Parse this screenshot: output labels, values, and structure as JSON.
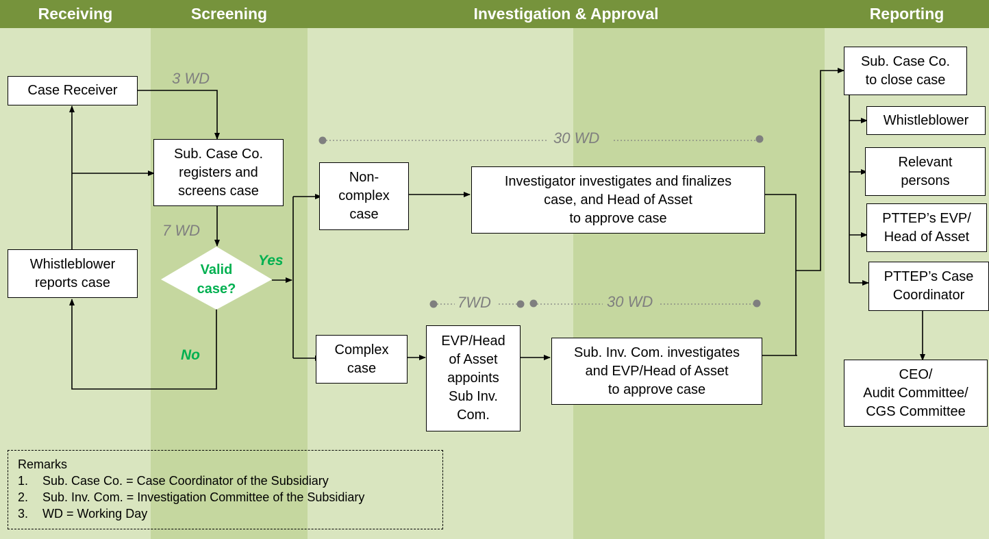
{
  "colors": {
    "header": "#76933c",
    "lane_light": "#d9e5bf",
    "lane_dark": "#c5d79f",
    "accent_green": "#00b050",
    "timing_gray": "#7f7f7f"
  },
  "lanes": [
    {
      "title": "Receiving"
    },
    {
      "title": "Screening"
    },
    {
      "title": "Investigation & Approval"
    },
    {
      "title": "Reporting"
    }
  ],
  "nodes": {
    "case_receiver": "Case Receiver",
    "whistleblower_reports": "Whistleblower\nreports case",
    "sub_case_co_registers": "Sub. Case Co.\nregisters and\nscreens case",
    "valid_case": "Valid\ncase?",
    "non_complex": "Non-\ncomplex\ncase",
    "complex": "Complex\ncase",
    "investigator": "Investigator investigates and finalizes\ncase, and Head of Asset\nto approve case",
    "evp_appoints": "EVP/Head\nof Asset\nappoints\nSub Inv.\nCom.",
    "sub_inv_com": "Sub. Inv. Com. investigates\nand EVP/Head of Asset\nto approve case",
    "close_case": "Sub. Case Co.\nto close case",
    "whistleblower_report": "Whistleblower",
    "relevant_persons": "Relevant\npersons",
    "pttep_evp": "PTTEP’s EVP/\nHead of Asset",
    "pttep_case_co": "PTTEP’s Case\nCoordinator",
    "ceo": "CEO/\nAudit Committee/\nCGS Committee"
  },
  "labels": {
    "wd_3": "3 WD",
    "wd_7": "7 WD",
    "wd_30_top": "30 WD",
    "wd_7_bottom": "7WD",
    "wd_30_bottom": "30 WD",
    "yes": "Yes",
    "no": "No"
  },
  "remarks": {
    "title": "Remarks",
    "items": [
      {
        "num": "1.",
        "text": "Sub. Case Co. = Case Coordinator of the Subsidiary"
      },
      {
        "num": "2.",
        "text": "Sub. Inv. Com. = Investigation Committee of the Subsidiary"
      },
      {
        "num": "3.",
        "text": "WD = Working Day"
      }
    ]
  }
}
